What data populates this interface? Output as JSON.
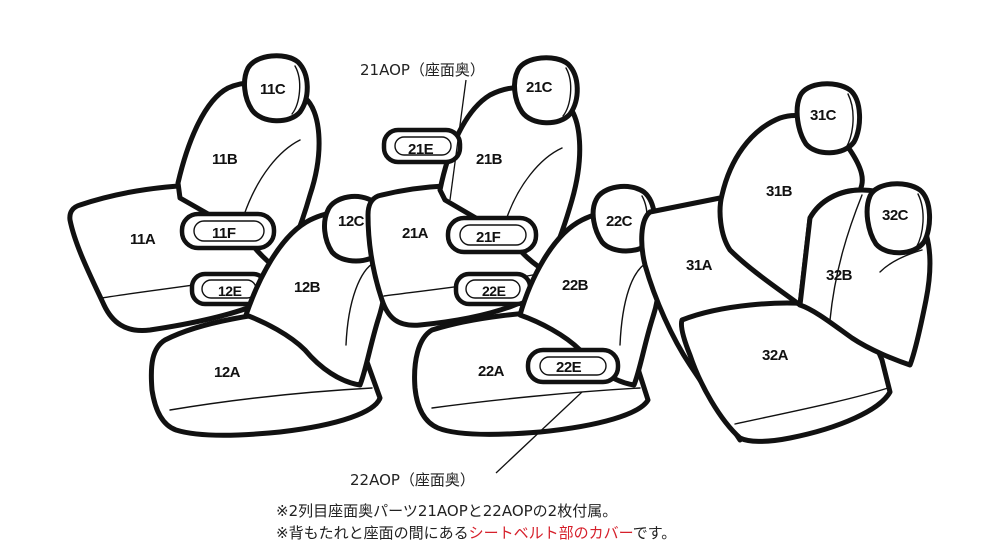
{
  "parts": {
    "p11C": "11C",
    "p11B": "11B",
    "p11A": "11A",
    "p11F": "11F",
    "p12E": "12E",
    "p12C": "12C",
    "p12B": "12B",
    "p12A": "12A",
    "p21C": "21C",
    "p21E": "21E",
    "p21B": "21B",
    "p21A": "21A",
    "p21F": "21F",
    "p22E_upper": "22E",
    "p22C": "22C",
    "p22B": "22B",
    "p22A": "22A",
    "p22E_lower": "22E",
    "p31C": "31C",
    "p31B": "31B",
    "p31A": "31A",
    "p32C": "32C",
    "p32B": "32B",
    "p32A": "32A"
  },
  "callouts": {
    "top": "21AOP（座面奥）",
    "bottom": "22AOP（座面奥）"
  },
  "notes": {
    "line1": "※2列目座面奥パーツ21AOPと22AOPの2枚付属。",
    "line2_prefix": "※背もたれと座面の間にある",
    "line2_highlight": "シートベルト部のカバー",
    "line2_suffix": "です。"
  },
  "colors": {
    "outline": "#111111",
    "highlight": "#d6202b"
  }
}
